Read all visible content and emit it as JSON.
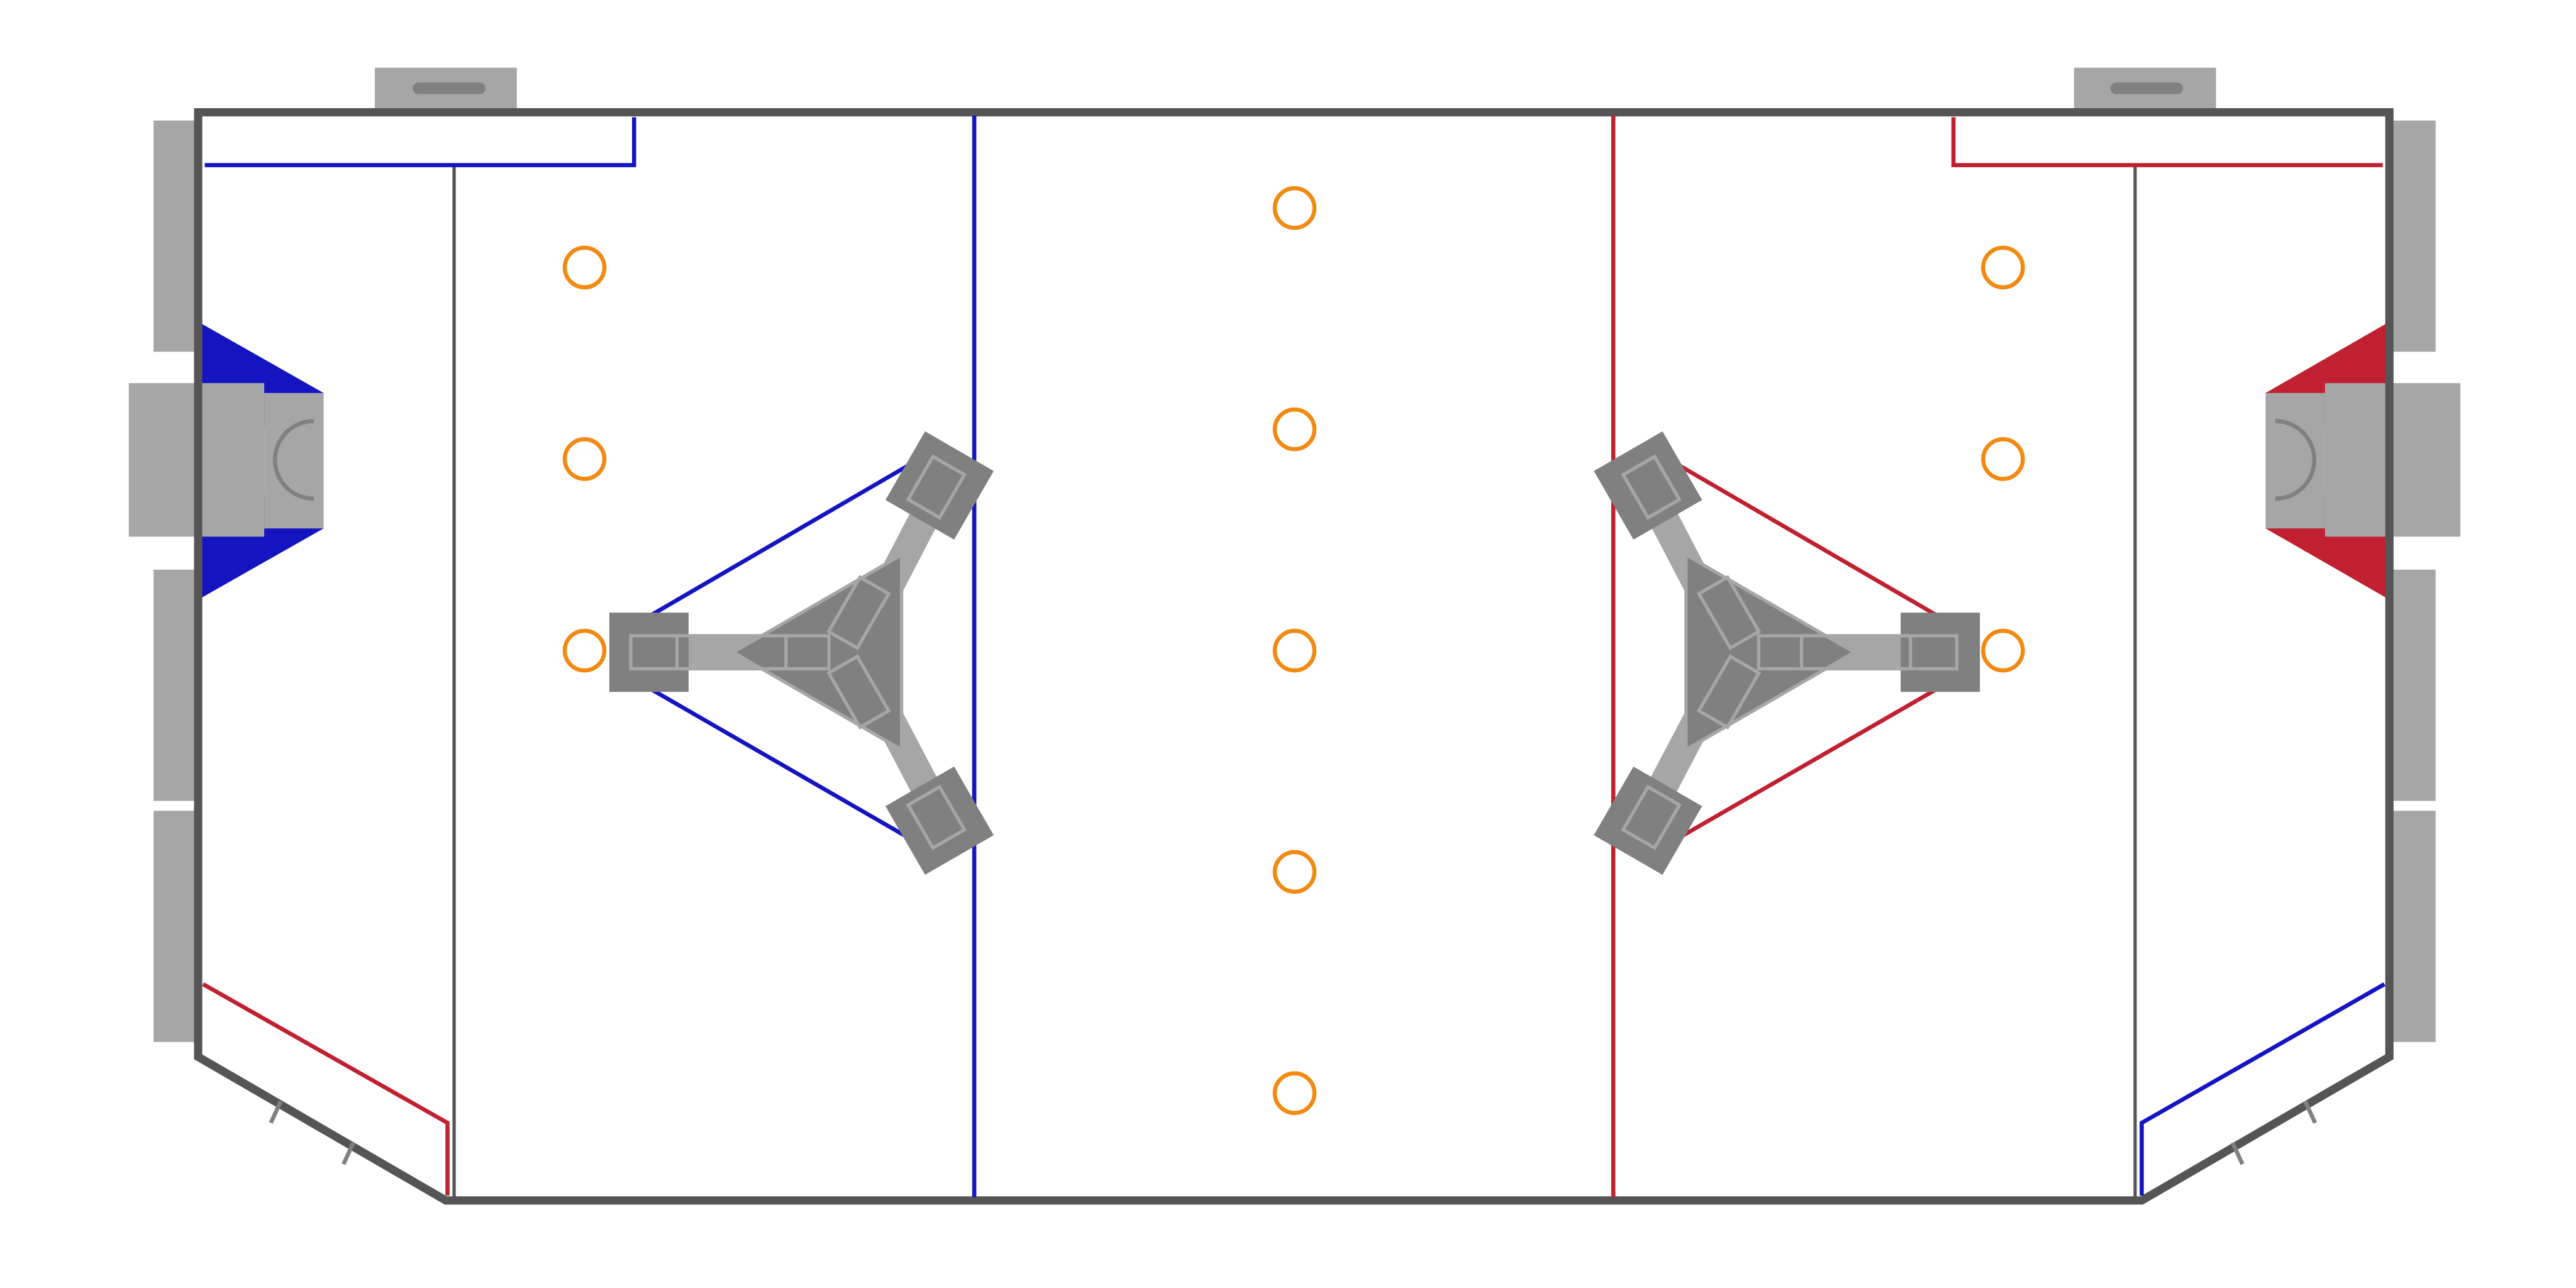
{
  "colors": {
    "wall": "#555555",
    "wall_fill": "#ffffff",
    "gray_fixture": "#a6a6a6",
    "gray_dark": "#808080",
    "blue": "#1414c0",
    "red": "#c0202f",
    "orange": "#f28a12",
    "midline": "#555555"
  },
  "field": {
    "left_alliance": "blue",
    "right_alliance": "red",
    "center_marker_count": 5,
    "side_marker_count_per_alliance": 3,
    "structure_count": 2
  },
  "icons": {
    "left_goal": "goal-icon",
    "right_goal": "goal-icon",
    "left_structure": "tripod-structure-icon",
    "right_structure": "tripod-structure-icon",
    "marker": "ring-marker-icon"
  }
}
